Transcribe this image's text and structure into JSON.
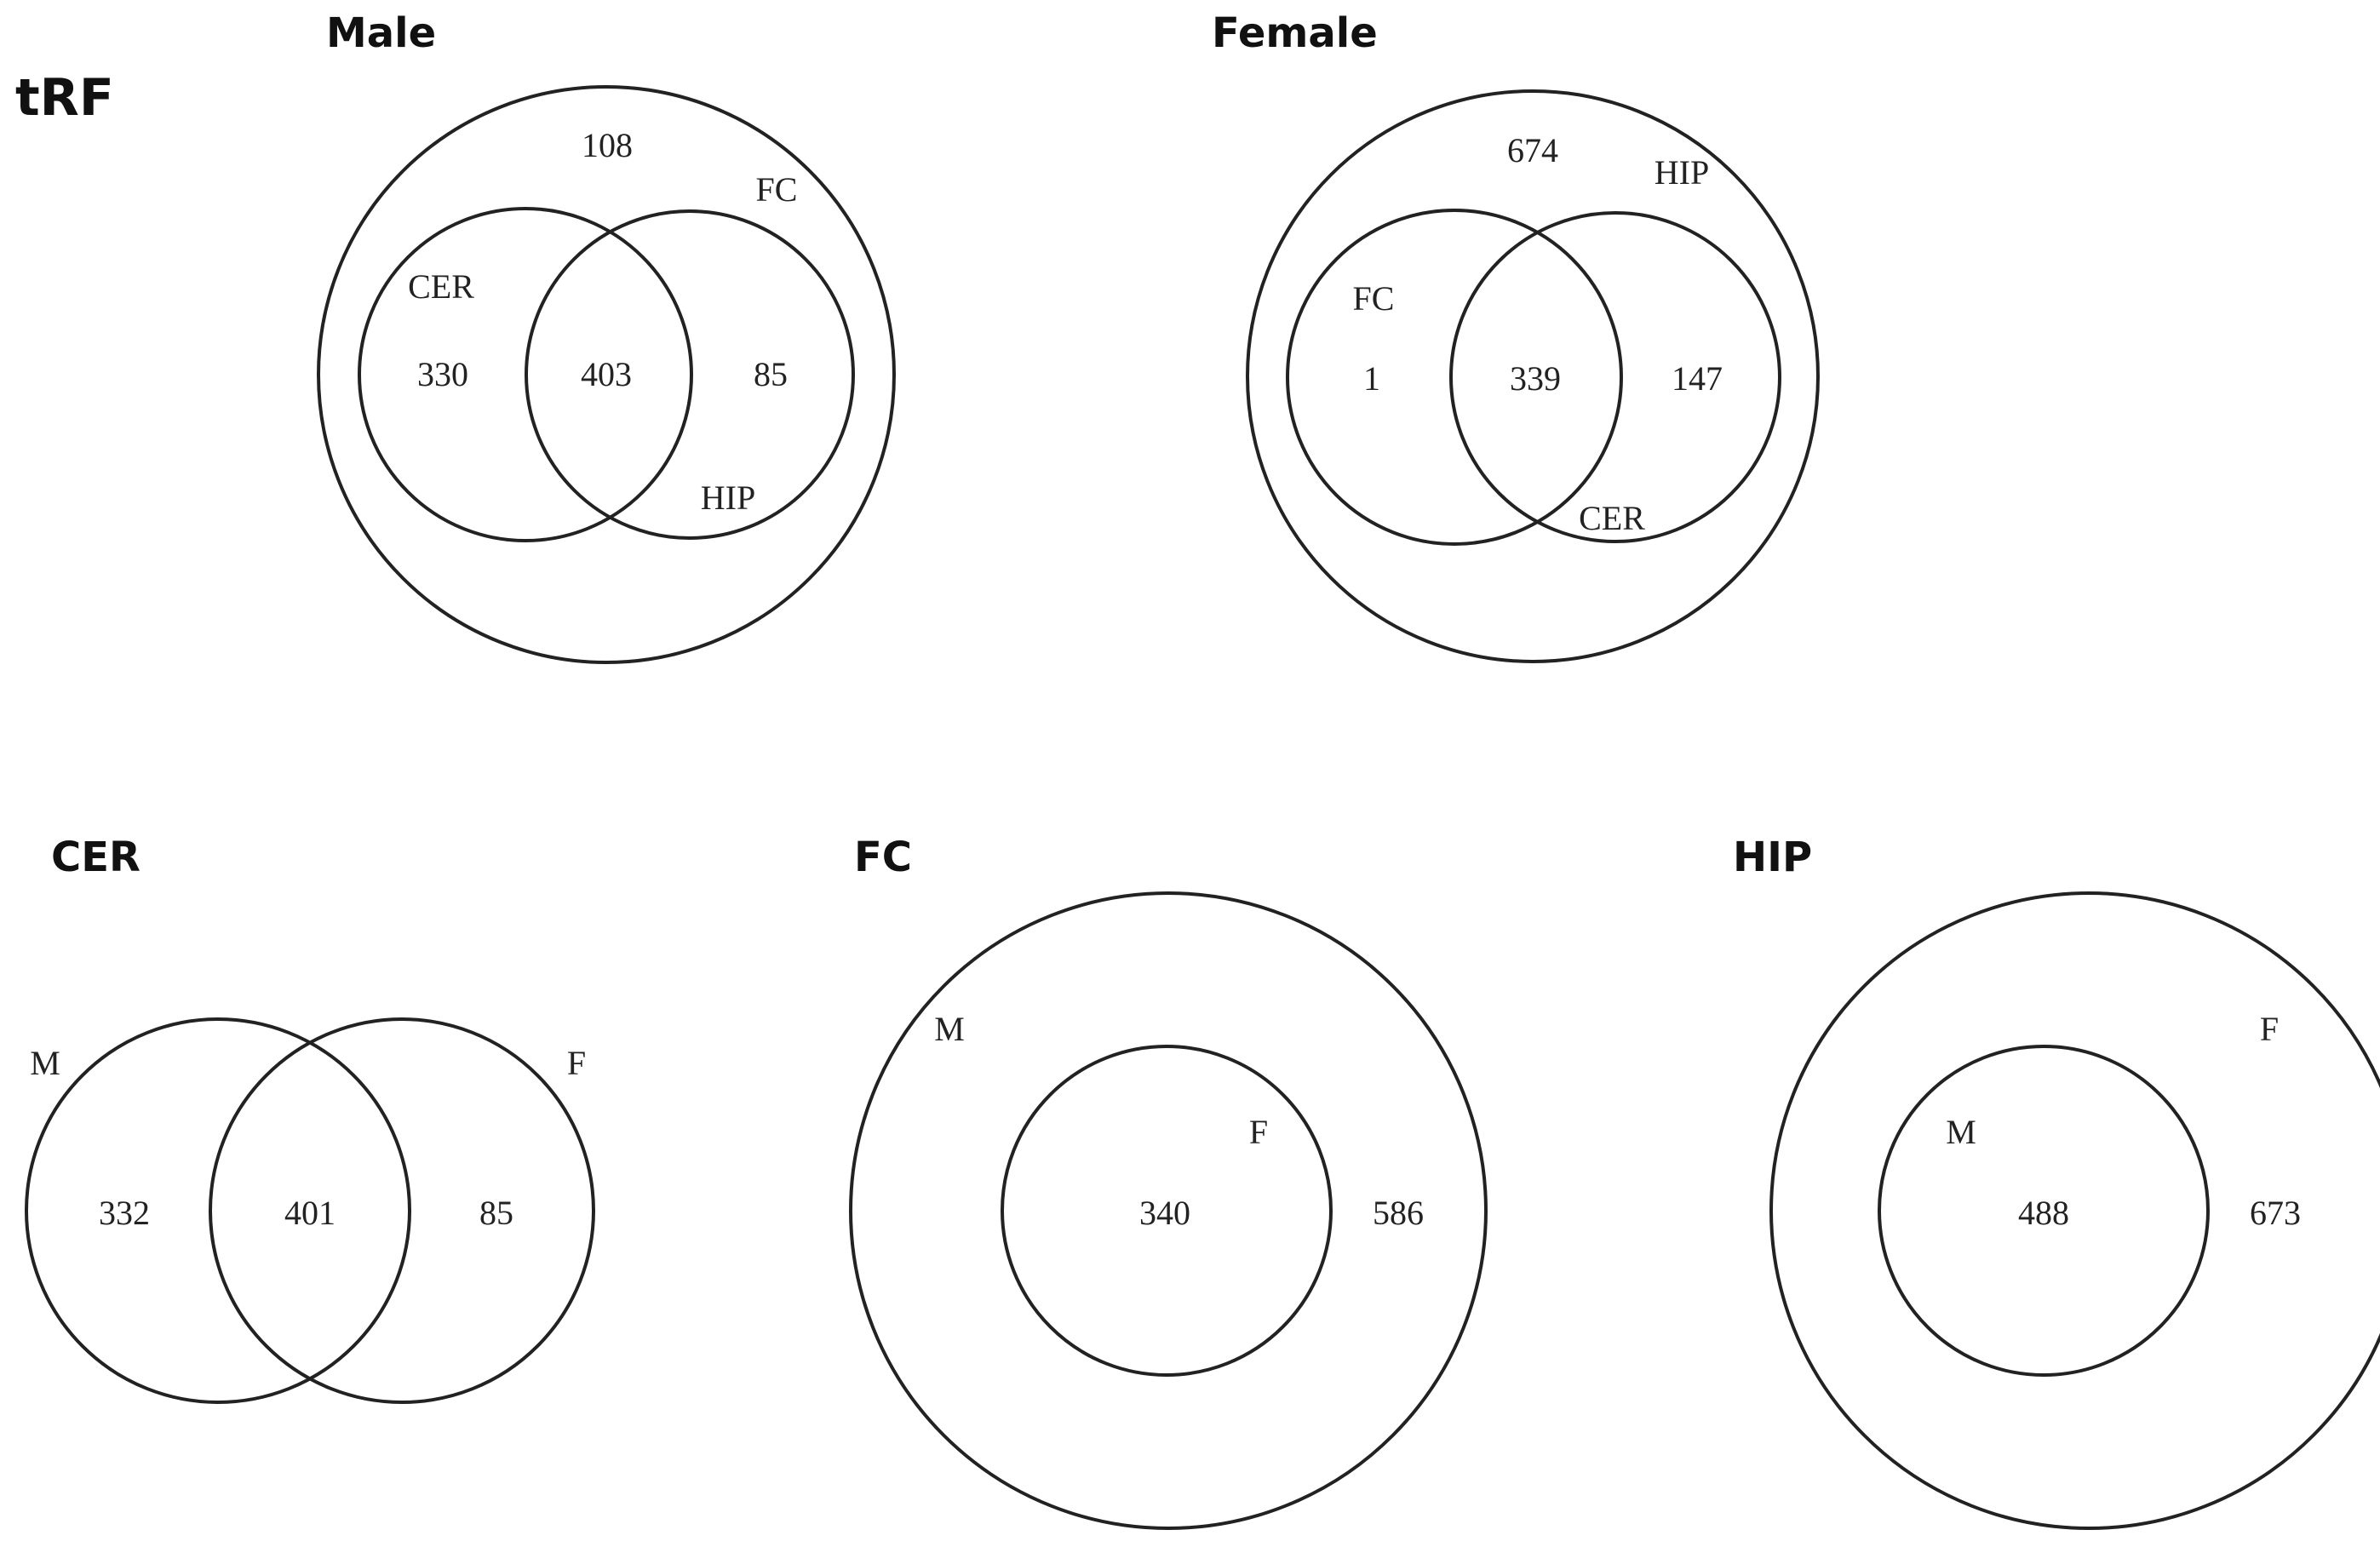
{
  "figure_label": "tRF",
  "panels": {
    "male": {
      "title": "Male",
      "labels": {
        "outer": "FC",
        "left": "CER",
        "right": "HIP"
      },
      "counts": {
        "outer_only": "108",
        "left_only": "330",
        "both": "403",
        "right_only": "85"
      }
    },
    "female": {
      "title": "Female",
      "labels": {
        "outer": "HIP",
        "left": "FC",
        "right": "CER"
      },
      "counts": {
        "outer_only": "674",
        "left_only": "1",
        "both": "339",
        "right_only": "147"
      }
    },
    "cer": {
      "title": "CER",
      "labels": {
        "left": "M",
        "right": "F"
      },
      "counts": {
        "left_only": "332",
        "both": "401",
        "right_only": "85"
      }
    },
    "fc": {
      "title": "FC",
      "labels": {
        "outer": "M",
        "inner": "F"
      },
      "counts": {
        "inner": "340",
        "outer_only": "586"
      }
    },
    "hip": {
      "title": "HIP",
      "labels": {
        "outer": "F",
        "inner": "M"
      },
      "counts": {
        "inner": "488",
        "outer_only": "673"
      }
    }
  }
}
